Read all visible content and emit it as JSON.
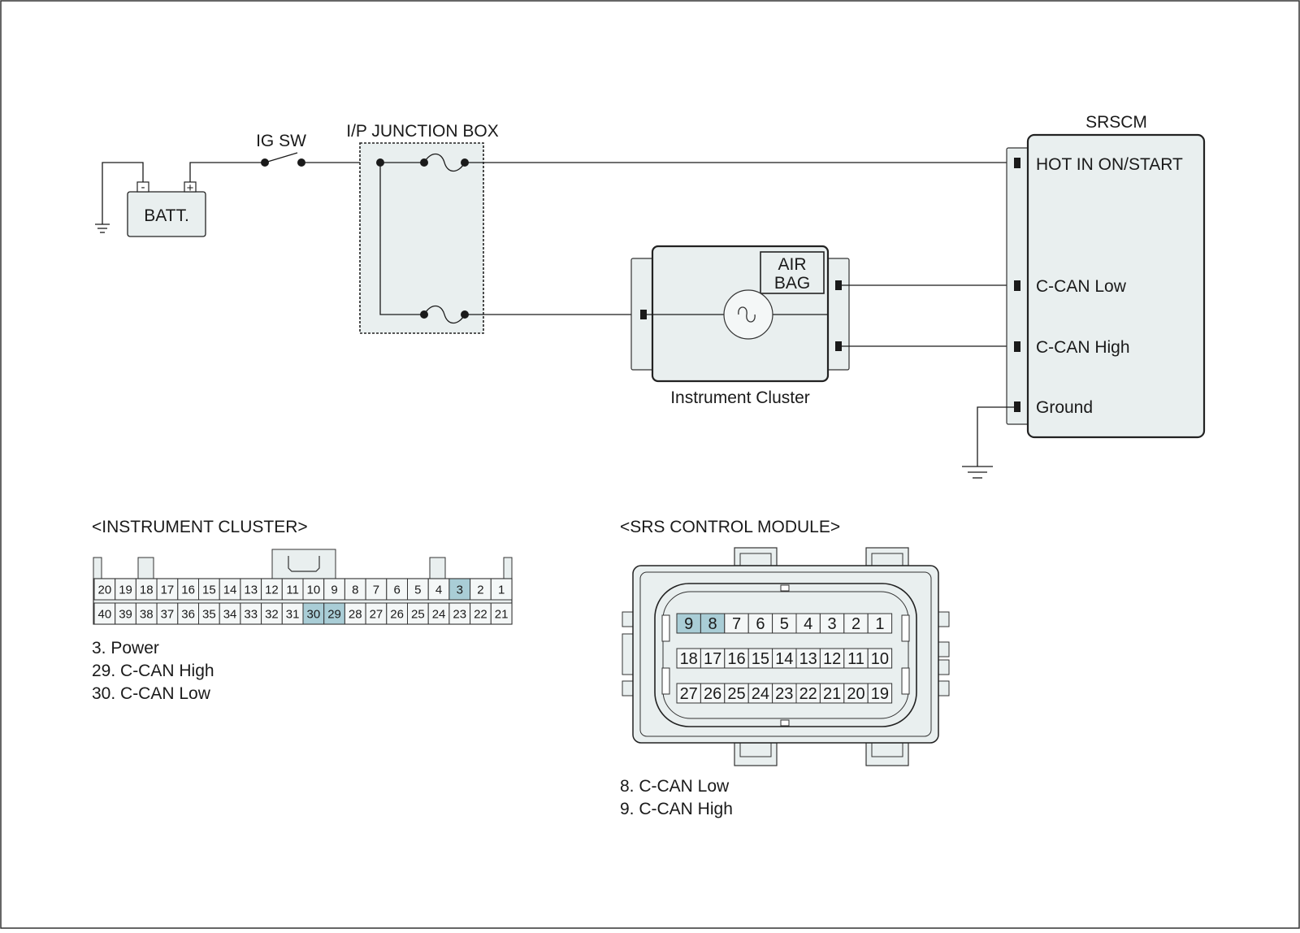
{
  "colors": {
    "highlight": "#a9cdd6",
    "component_fill": "#e9efef",
    "line": "#1a1a1a"
  },
  "wiring": {
    "ig_sw": "IG SW",
    "junction_box": "I/P JUNCTION BOX",
    "battery": "BATT.",
    "battery_minus": "-",
    "battery_plus": "+",
    "srscm": "SRSCM",
    "srscm_pins": [
      "HOT IN ON/START",
      "C-CAN Low",
      "C-CAN High",
      "Ground"
    ],
    "airbag_line1": "AIR",
    "airbag_line2": "BAG",
    "cluster": "Instrument Cluster"
  },
  "cluster_connector": {
    "title": "<INSTRUMENT CLUSTER>",
    "row1": [
      "20",
      "19",
      "18",
      "17",
      "16",
      "15",
      "14",
      "13",
      "12",
      "11",
      "10",
      "9",
      "8",
      "7",
      "6",
      "5",
      "4",
      "3",
      "2",
      "1"
    ],
    "row2": [
      "40",
      "39",
      "38",
      "37",
      "36",
      "35",
      "34",
      "33",
      "32",
      "31",
      "30",
      "29",
      "28",
      "27",
      "26",
      "25",
      "24",
      "23",
      "22",
      "21"
    ],
    "highlighted": [
      "3",
      "29",
      "30"
    ],
    "notes": [
      "3. Power",
      "29. C-CAN High",
      "30. C-CAN Low"
    ]
  },
  "srs_connector": {
    "title": "<SRS CONTROL MODULE>",
    "row1": [
      "9",
      "8",
      "7",
      "6",
      "5",
      "4",
      "3",
      "2",
      "1"
    ],
    "row2": [
      "18",
      "17",
      "16",
      "15",
      "14",
      "13",
      "12",
      "11",
      "10"
    ],
    "row3": [
      "27",
      "26",
      "25",
      "24",
      "23",
      "22",
      "21",
      "20",
      "19"
    ],
    "highlighted": [
      "8",
      "9"
    ],
    "notes": [
      "8. C-CAN Low",
      "9. C-CAN High"
    ]
  }
}
